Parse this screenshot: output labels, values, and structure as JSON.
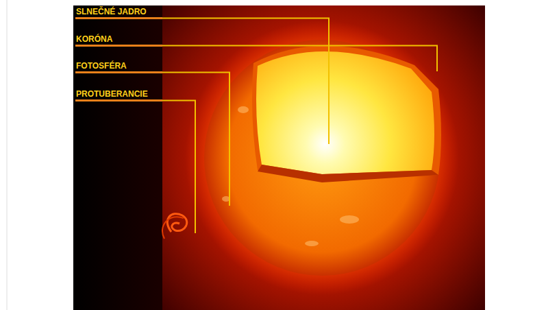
{
  "diagram": {
    "labels": [
      "SLNEČNÉ JADRO",
      "KORÓNA",
      "FOTOSFÉRA",
      "PROTUBERANCIE"
    ]
  }
}
